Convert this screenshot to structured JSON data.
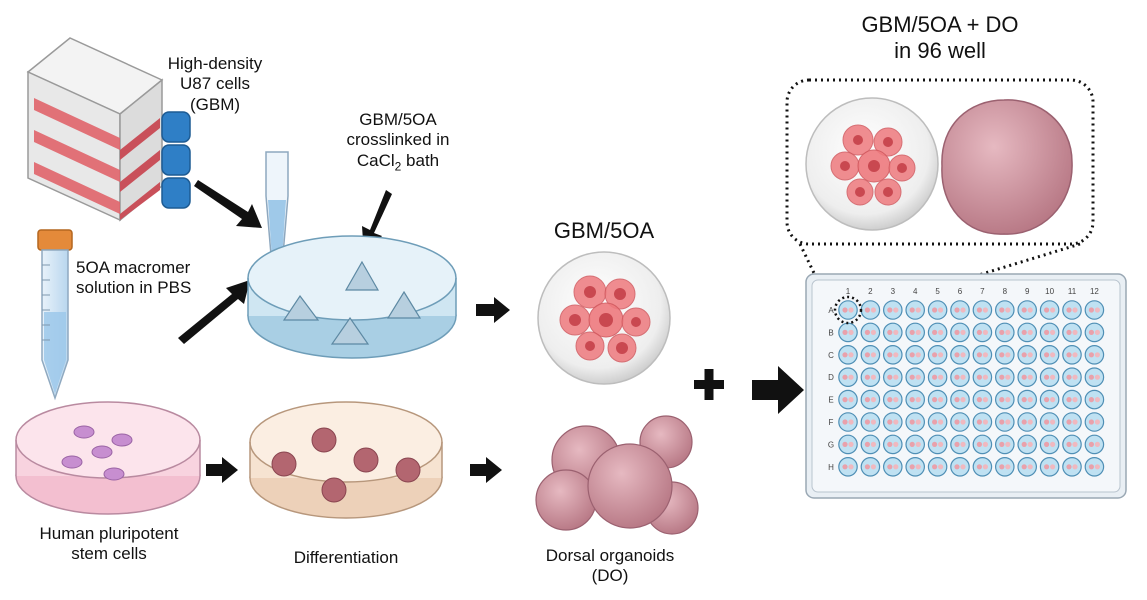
{
  "labels": {
    "cells": [
      "High-density",
      "U87 cells",
      "(GBM)"
    ],
    "crosslink": {
      "line1": "GBM/5OA",
      "line2": "crosslinked in",
      "line3_pre": "CaCl",
      "line3_sub": "2",
      "line3_post": " bath"
    },
    "macromer": [
      "5OA macromer",
      "solution in PBS"
    ],
    "gbm5oa": "GBM/5OA",
    "plate_title": [
      "GBM/5OA + DO",
      "in 96 well"
    ],
    "hpsc": [
      "Human pluripotent",
      "stem cells"
    ],
    "differentiation": "Differentiation",
    "dorsal": [
      "Dorsal organoids",
      "(DO)"
    ],
    "plus": "+"
  },
  "plate": {
    "columns": [
      "1",
      "2",
      "3",
      "4",
      "5",
      "6",
      "7",
      "8",
      "9",
      "10",
      "11",
      "12"
    ],
    "rows": [
      "A",
      "B",
      "C",
      "D",
      "E",
      "F",
      "G",
      "H"
    ]
  },
  "colors": {
    "flask_red": "#e0646a",
    "cap_blue": "#2f7fc6",
    "dish_blue": "#cfe6f2",
    "organoid_pink": "#d49aa5",
    "gbm_red": "#ee7a7e",
    "well_blue": "#bfe1f2"
  }
}
